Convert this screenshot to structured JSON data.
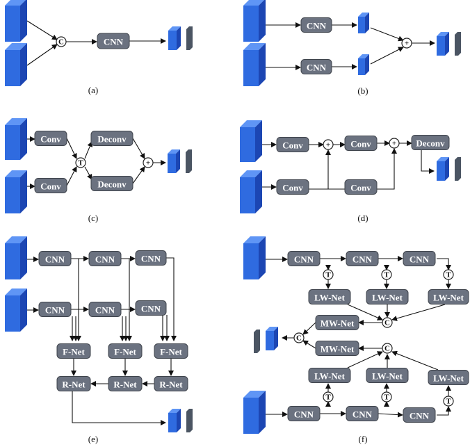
{
  "captions": {
    "a": "(a)",
    "b": "(b)",
    "c": "(c)",
    "d": "(d)",
    "e": "(e)",
    "f": "(f)"
  },
  "labels": {
    "cnn": "CNN",
    "conv": "Conv",
    "deconv": "Deconv",
    "fnet": "F-Net",
    "rnet": "R-Net",
    "lwnet": "LW-Net",
    "mwnet": "MW-Net",
    "concat": "C",
    "plus": "+",
    "transform": "T"
  },
  "colors": {
    "block": "#6b7280",
    "feature_front": "#2f6be0",
    "feature_side": "#1c46b3",
    "feature_top": "#5f95f5",
    "output_dark": "#4b5563"
  }
}
